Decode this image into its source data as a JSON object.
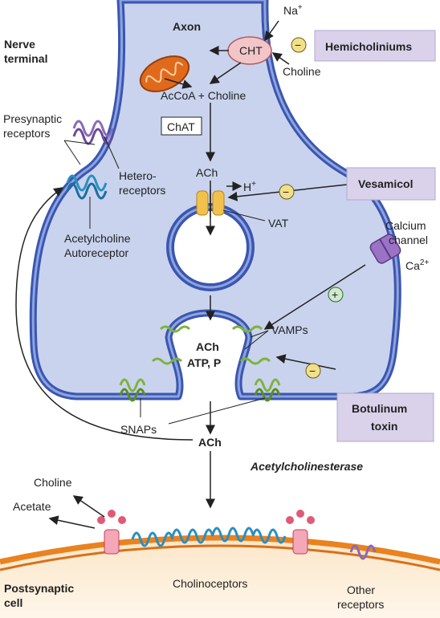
{
  "labels": {
    "nerve_terminal_1": "Nerve",
    "nerve_terminal_2": "terminal",
    "axon": "Axon",
    "na": "Na",
    "na_sup": "+",
    "cht": "CHT",
    "hemicholiniums": "Hemicholiniums",
    "choline_in": "Choline",
    "acoa_choline": "AcCoA + Choline",
    "chat": "ChAT",
    "ach_cyto": "ACh",
    "h_plus": "H",
    "h_sup": "+",
    "vesamicol": "Vesamicol",
    "vat": "VAT",
    "presynaptic_1": "Presynaptic",
    "presynaptic_2": "receptors",
    "hetero_1": "Hetero-",
    "hetero_2": "receptors",
    "autoreceptor_1": "Acetylcholine",
    "autoreceptor_2": "Autoreceptor",
    "calcium_1": "Calcium",
    "calcium_2": "channel",
    "ca": "Ca",
    "ca_sup": "2+",
    "vamps": "VAMPs",
    "vesicle_ach": "ACh",
    "vesicle_atp": "ATP, P",
    "botulinum_1": "Botulinum",
    "botulinum_2": "toxin",
    "snaps": "SNAPs",
    "ach_cleft": "ACh",
    "acetylcholinesterase": "Acetylcholinesterase",
    "choline_out": "Choline",
    "acetate": "Acetate",
    "postsynaptic_1": "Postsynaptic",
    "postsynaptic_2": "cell",
    "cholinoceptors": "Cholinoceptors",
    "other_1": "Other",
    "other_2": "receptors",
    "minus": "−",
    "plus": "+"
  },
  "colors": {
    "terminal_fill": "#c9d3ee",
    "terminal_stroke": "#3a56b0",
    "drug_box": "#d9d2ea",
    "cht_fill": "#f2c6c8",
    "mitochondrion": "#e06a1c",
    "vat_fill": "#f2c14c",
    "minus_fill": "#f1e08a",
    "plus_fill": "#cfe9cf",
    "cholinoceptor": "#2a8fbf",
    "esterase": "#e05a78",
    "membrane_orange": "#e9821f",
    "receptor_purple": "#8a6ab8",
    "vamp_green": "#7fb33c"
  },
  "icons": {
    "mitochondrion": "mitochondrion-icon",
    "transporter": "transporter-icon",
    "receptor": "receptor-coil-icon"
  }
}
